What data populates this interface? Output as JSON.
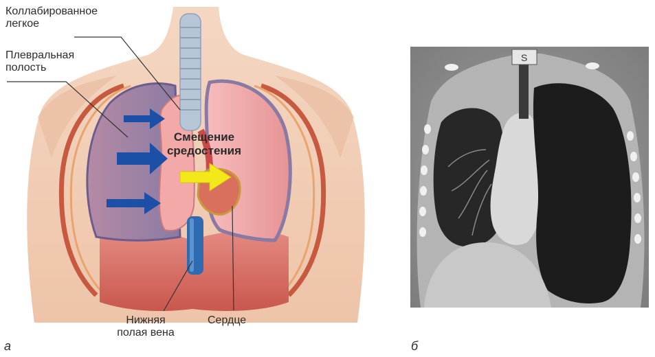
{
  "labels": {
    "collapsed_lung_line1": "Коллабированное",
    "collapsed_lung_line2": "легкое",
    "pleural_cavity_line1": "Плевральная",
    "pleural_cavity_line2": "полость",
    "mediastinum_line1": "Смещение",
    "mediastinum_line2": "средостения",
    "ivc_line1": "Нижняя",
    "ivc_line2": "полая вена",
    "heart": "Сердце"
  },
  "panels": {
    "a": "а",
    "b": "б"
  },
  "ct": {
    "marker": "S"
  },
  "colors": {
    "skin": "#f1cdb4",
    "pleural_fill": "#8e7ea8",
    "lung_pink": "#f1a6a6",
    "blue_arrow": "#1c4fa6",
    "yellow_arrow": "#f2e81a",
    "vein_blue": "#2f6bb0",
    "heart_red": "#d86c5a"
  }
}
